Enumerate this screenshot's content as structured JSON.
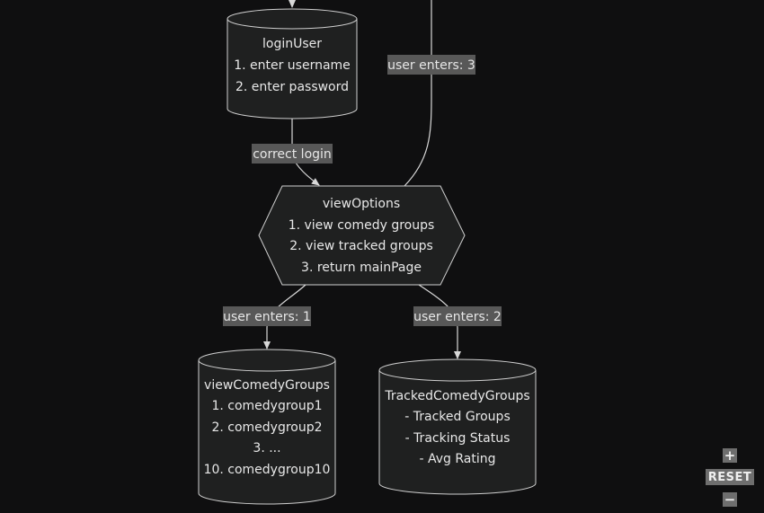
{
  "nodes": {
    "loginUser": {
      "title": "loginUser",
      "lines": [
        "1. enter username",
        "2. enter password"
      ]
    },
    "viewOptions": {
      "title": "viewOptions",
      "lines": [
        "1. view comedy groups",
        "2. view tracked groups",
        "3. return mainPage"
      ]
    },
    "viewComedyGroups": {
      "title": "viewComedyGroups",
      "lines": [
        "1. comedygroup1",
        "2. comedygroup2",
        "3. ...",
        "10. comedygroup10"
      ]
    },
    "trackedComedyGroups": {
      "title": "TrackedComedyGroups",
      "lines": [
        "- Tracked Groups",
        "- Tracking Status",
        "- Avg Rating"
      ]
    }
  },
  "edge_labels": {
    "correct_login": "correct login",
    "user_enters_3": "user enters: 3",
    "user_enters_1": "user enters: 1",
    "user_enters_2": "user enters: 2"
  },
  "controls": {
    "zoom_in": "+",
    "reset": "RESET",
    "zoom_out": "−"
  }
}
